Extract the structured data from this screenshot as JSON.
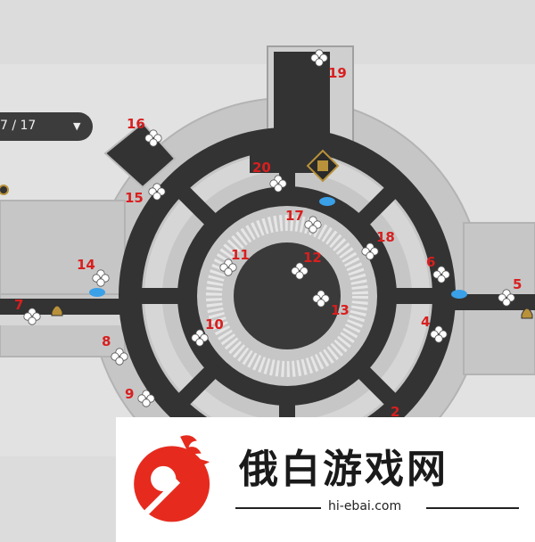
{
  "counter": {
    "text": "7 / 17",
    "chevron_icon": "chevron-down-icon"
  },
  "markers": [
    {
      "label": "19",
      "icon": "clover-icon"
    },
    {
      "label": "16",
      "icon": "clover-icon"
    },
    {
      "label": "20",
      "icon": "clover-icon"
    },
    {
      "label": "15",
      "icon": "clover-icon"
    },
    {
      "label": "17",
      "icon": "clover-icon"
    },
    {
      "label": "18",
      "icon": "clover-icon"
    },
    {
      "label": "11",
      "icon": "clover-icon"
    },
    {
      "label": "12",
      "icon": "clover-icon"
    },
    {
      "label": "14",
      "icon": "clover-icon"
    },
    {
      "label": "6",
      "icon": "clover-icon"
    },
    {
      "label": "5",
      "icon": "clover-icon"
    },
    {
      "label": "13",
      "icon": "clover-icon"
    },
    {
      "label": "7",
      "icon": "clover-icon"
    },
    {
      "label": "10",
      "icon": "clover-icon"
    },
    {
      "label": "4",
      "icon": "clover-icon"
    },
    {
      "label": "8",
      "icon": "clover-icon"
    },
    {
      "label": "9",
      "icon": "clover-icon"
    },
    {
      "label": "2",
      "icon": "clover-icon"
    }
  ],
  "watermark": {
    "title": "俄白游戏网",
    "url": "hi-ebai.com"
  },
  "colors": {
    "corridor": "#333333",
    "floor": "#c7c7c7",
    "marker_label": "#d81f1f",
    "teleport": "#3aa0e8",
    "accent_gold": "#b8913a"
  }
}
